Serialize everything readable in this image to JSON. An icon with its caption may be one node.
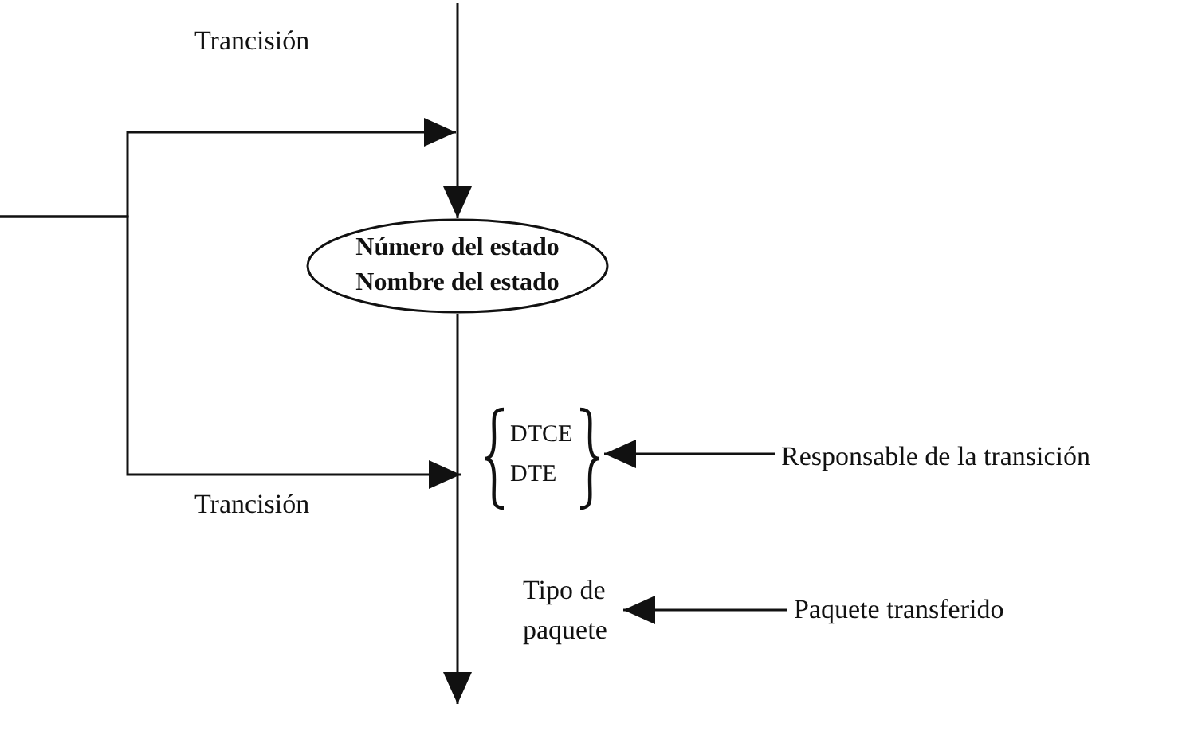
{
  "diagram": {
    "nodes": [
      {
        "text": [
          "Número del estado Nombre del estado"
        ]
      },
      {
        "text": [
          "DTCE DTE"
        ]
      },
      {
        "text": [
          "Responsable de la transición"
        ]
      },
      {
        "text": [
          "Tipo de paquete"
        ]
      },
      {
        "text": [
          "Paquete transferido"
        ]
      }
    ],
    "edges": [
      {
        "from": null,
        "to": 0,
        "arrow": "to"
      },
      {
        "from": 0,
        "to": null,
        "arrow": "to"
      },
      {
        "from": null,
        "to": 0,
        "arrow": "to",
        "label": "Trancisión"
      },
      {
        "from": null,
        "to": 1,
        "arrow": "to",
        "label": "Trancisión"
      },
      {
        "from": 2,
        "to": 1,
        "arrow": "to"
      },
      {
        "from": 4,
        "to": 3,
        "arrow": "to"
      }
    ]
  }
}
